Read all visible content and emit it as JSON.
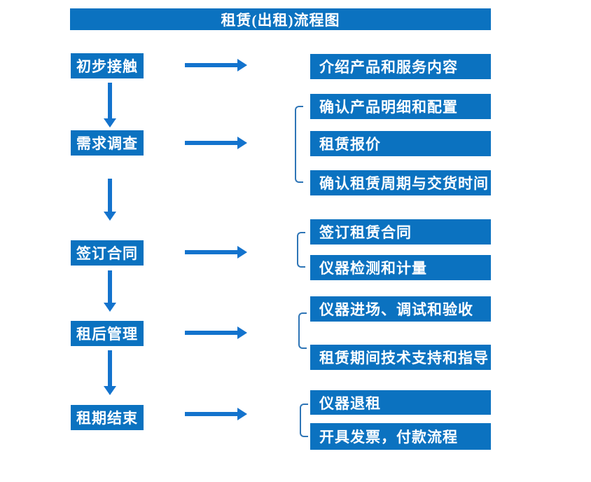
{
  "title": "租赁(出租)流程图",
  "colors": {
    "box_blue": "#0b72c0",
    "arrow_blue": "#1373cd",
    "bracket_blue": "#2e75b6",
    "text_white": "#ffffff",
    "background": "#ffffff"
  },
  "flow": [
    {
      "step": "初步接触",
      "outputs": [
        "介绍产品和服务内容"
      ]
    },
    {
      "step": "需求调查",
      "outputs": [
        "确认产品明细和配置",
        "租赁报价",
        "确认租赁周期与交货时间"
      ]
    },
    {
      "step": "签订合同",
      "outputs": [
        "签订租赁合同",
        "仪器检测和计量"
      ]
    },
    {
      "step": "租后管理",
      "outputs": [
        "仪器进场、调试和验收",
        "租赁期间技术支持和指导"
      ]
    },
    {
      "step": "租期结束",
      "outputs": [
        "仪器退租",
        "开具发票，付款流程"
      ]
    }
  ]
}
